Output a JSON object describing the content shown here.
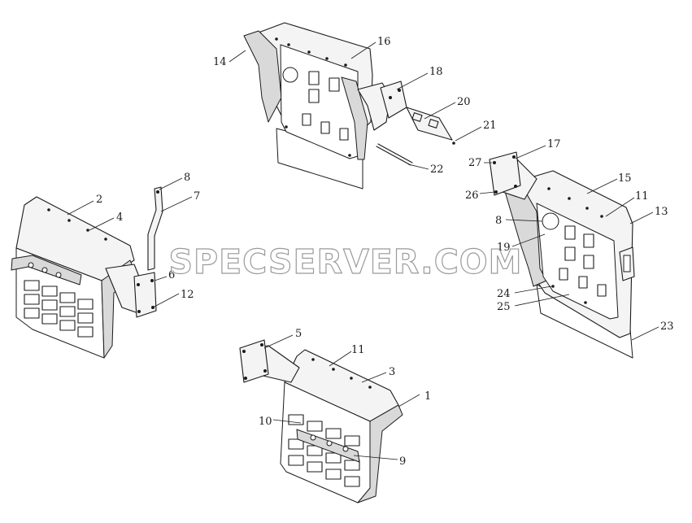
{
  "watermark": "SPECSERVER.COM",
  "callouts": {
    "c1": "1",
    "c2": "2",
    "c3": "3",
    "c4": "4",
    "c5": "5",
    "c6": "6",
    "c7": "7",
    "c8a": "8",
    "c8b": "8",
    "c9": "9",
    "c10": "10",
    "c11a": "11",
    "c11b": "11",
    "c12": "12",
    "c13": "13",
    "c14": "14",
    "c15": "15",
    "c16": "16",
    "c17": "17",
    "c18": "18",
    "c19": "19",
    "c20": "20",
    "c21": "21",
    "c22": "22",
    "c23": "23",
    "c24": "24",
    "c25": "25",
    "c26": "26",
    "c27": "27"
  }
}
